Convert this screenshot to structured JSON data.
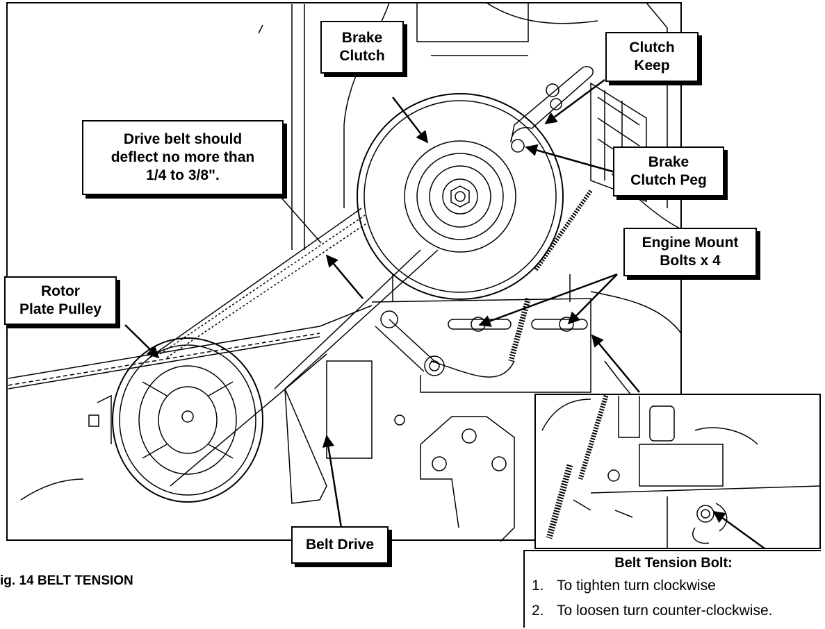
{
  "labels": {
    "brake_clutch": [
      "Brake",
      "Clutch"
    ],
    "clutch_keep": [
      "Clutch",
      "Keep"
    ],
    "drive_belt": [
      "Drive belt should",
      "deflect no more than",
      "1/4 to 3/8\"."
    ],
    "brake_clutch_peg": [
      "Brake",
      "Clutch Peg"
    ],
    "engine_mount": [
      "Engine Mount",
      "Bolts x 4"
    ],
    "rotor_plate": [
      "Rotor",
      "Plate Pulley"
    ],
    "belt_drive": "Belt Drive"
  },
  "caption": "ig.  14    BELT TENSION",
  "belt_tension": {
    "title": "Belt Tension Bolt:",
    "steps": [
      {
        "num": "1.",
        "text": "To tighten turn clockwise"
      },
      {
        "num": "2.",
        "text": "To loosen turn counter-clockwise."
      }
    ]
  },
  "colors": {
    "line": "#000000",
    "background": "#ffffff"
  }
}
